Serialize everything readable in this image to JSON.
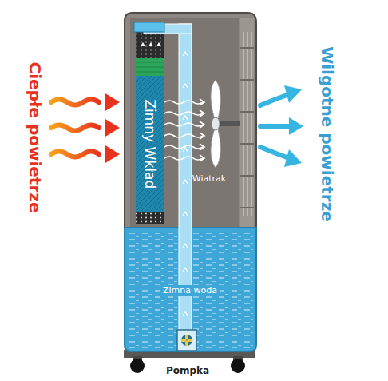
{
  "diagram": {
    "nodes": [
      {
        "text": [
          "Zimny Wkład"
        ]
      },
      {
        "text": [
          "Zimna woda"
        ]
      }
    ],
    "labels": [
      "Ciepłe powietrze",
      "Wilgotne powietrze",
      "Wiatrak",
      "Pompka"
    ]
  }
}
